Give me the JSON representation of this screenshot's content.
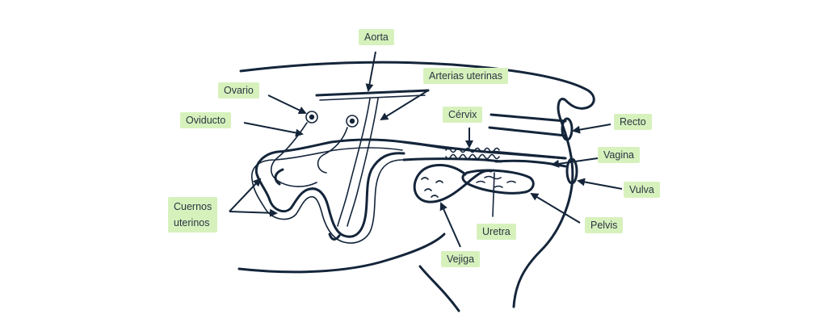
{
  "labels": {
    "aorta": "Aorta",
    "arterias_uterinas": "Arterias uterinas",
    "ovario": "Ovario",
    "oviducto": "Oviducto",
    "cervix": "Cérvix",
    "recto": "Recto",
    "vagina": "Vagina",
    "vulva": "Vulva",
    "cuernos_line1": "Cuernos",
    "cuernos_line2": "uterinos",
    "pelvis": "Pelvis",
    "uretra": "Uretra",
    "vejiga": "Vejiga"
  },
  "colors": {
    "label_bg": "#d7f1bd",
    "line": "#14253a",
    "text": "#2a3440"
  }
}
